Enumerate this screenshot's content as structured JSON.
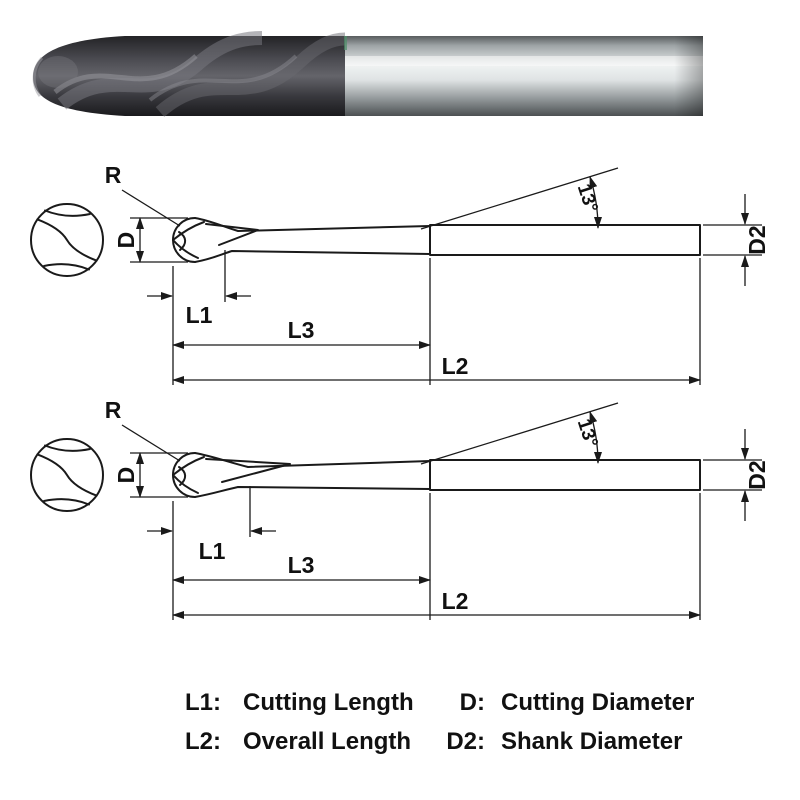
{
  "page": {
    "background": "#ffffff",
    "line_color": "#1a1a1a"
  },
  "photo": {
    "subject": "ball-nose-end-mill"
  },
  "labels": {
    "radius": "R",
    "cutting_diameter": "D",
    "cutting_length": "L1",
    "neck_length": "L3",
    "overall_length": "L2",
    "shank_diameter": "D2",
    "neck_angle": "13°"
  },
  "legend": {
    "items": [
      {
        "key": "L1:",
        "value": "Cutting Length"
      },
      {
        "key": "D:",
        "value": "Cutting Diameter"
      },
      {
        "key": "L2:",
        "value": "Overall Length"
      },
      {
        "key": "D2:",
        "value": "Shank Diameter"
      }
    ]
  }
}
